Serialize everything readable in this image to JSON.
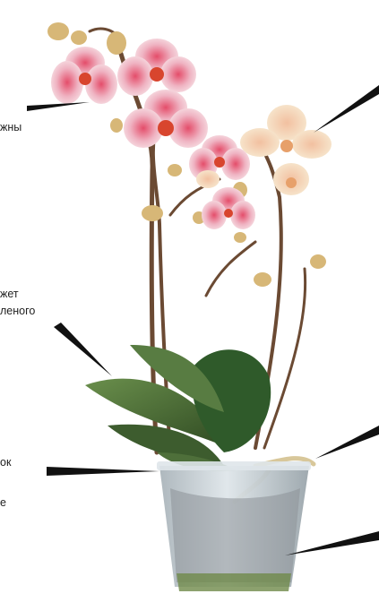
{
  "labels": {
    "flowers_fragment": "жны",
    "leaves_line1": "жет",
    "leaves_line2": "леного",
    "pot_line1": "ок",
    "pot_line2": "е"
  },
  "colors": {
    "background": "#ffffff",
    "pointer": "#111111",
    "petal_pink": "#e9a3b4",
    "petal_cream": "#f1dcb9",
    "lip_red": "#d8452e",
    "leaf_green": "#4e6f3a",
    "stem_brown": "#6b4a33",
    "pot_clear": "#c8d0d4"
  },
  "icons": [
    "pointer-arrow"
  ]
}
